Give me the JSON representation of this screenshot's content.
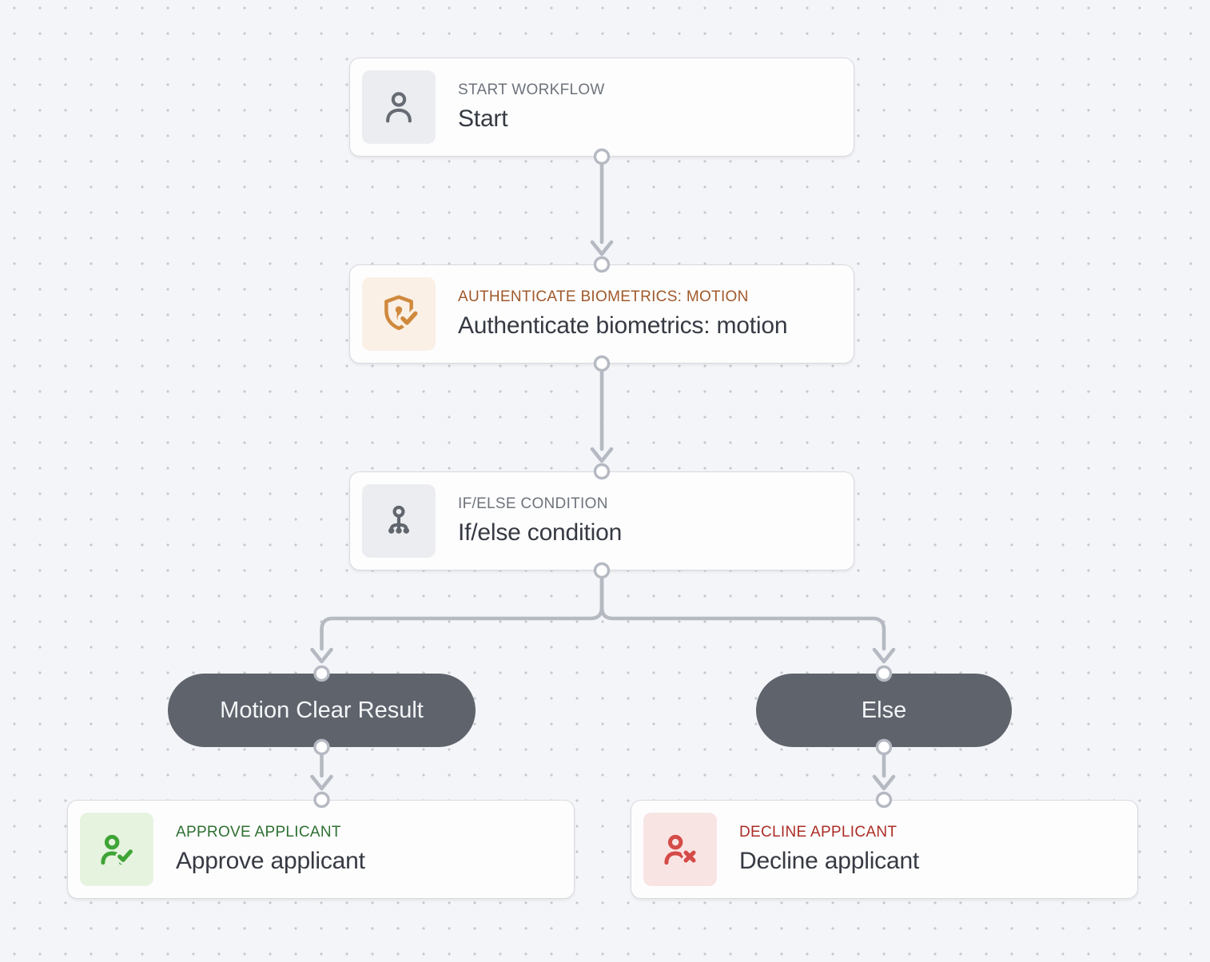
{
  "canvas": {
    "background": "#f4f5f8",
    "dot_color": "#c7c9ce",
    "connector_color": "#b5b9c2",
    "port_fill": "#ffffff"
  },
  "nodes": {
    "start": {
      "caption": "START WORKFLOW",
      "title": "Start",
      "icon": "user-icon",
      "caption_color": "#6e737b",
      "tile_bg": "#ebedf0",
      "icon_color": "#666b73"
    },
    "authenticate": {
      "caption": "AUTHENTICATE BIOMETRICS: MOTION",
      "title": "Authenticate biometrics: motion",
      "icon": "shield-check-icon",
      "caption_color": "#a0592a",
      "tile_bg": "#faf0e6",
      "icon_color": "#d0893c"
    },
    "ifelse": {
      "caption": "IF/ELSE CONDITION",
      "title": "If/else condition",
      "icon": "branch-icon",
      "caption_color": "#6e737b",
      "tile_bg": "#ebedf0",
      "icon_color": "#61666e"
    },
    "approve": {
      "caption": "APPROVE APPLICANT",
      "title": "Approve applicant",
      "icon": "user-check-icon",
      "caption_color": "#2e7030",
      "tile_bg": "#e6f3df",
      "icon_color": "#3fa436"
    },
    "decline": {
      "caption": "DECLINE APPLICANT",
      "title": "Decline applicant",
      "icon": "user-x-icon",
      "caption_color": "#ac2d26",
      "tile_bg": "#f9e4e4",
      "icon_color": "#d54b47"
    }
  },
  "branches": {
    "left": {
      "label": "Motion Clear Result"
    },
    "right": {
      "label": "Else"
    }
  },
  "pill": {
    "bg": "#5e636c",
    "text_color": "#f4f5f6"
  }
}
